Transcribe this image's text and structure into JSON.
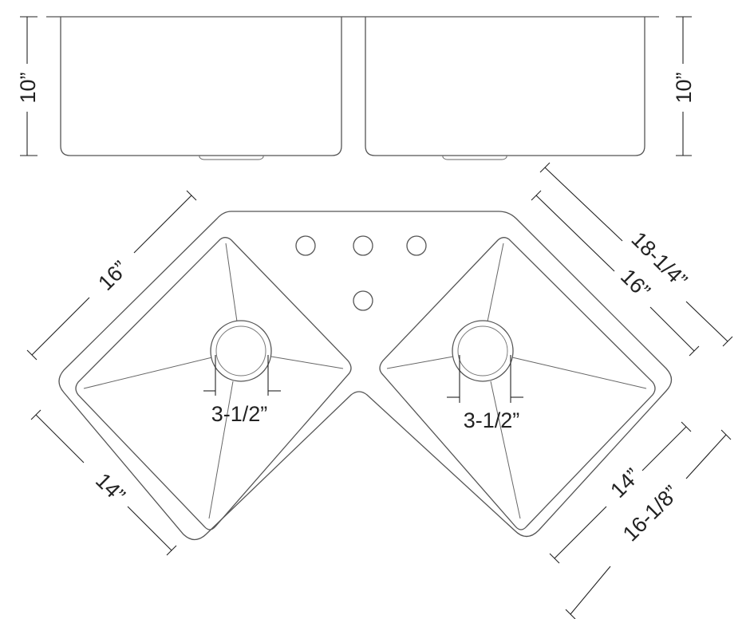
{
  "elevation": {
    "left_height": "10”",
    "right_height": "10”"
  },
  "plan": {
    "left_front_width": "16”",
    "left_side_depth": "14”",
    "right_overall_width": "18-1/4”",
    "right_bowl_width": "16”",
    "right_bowl_depth": "14”",
    "right_overall_depth": "16-1/8”",
    "left_drain": "3-1/2”",
    "right_drain": "3-1/2”"
  }
}
